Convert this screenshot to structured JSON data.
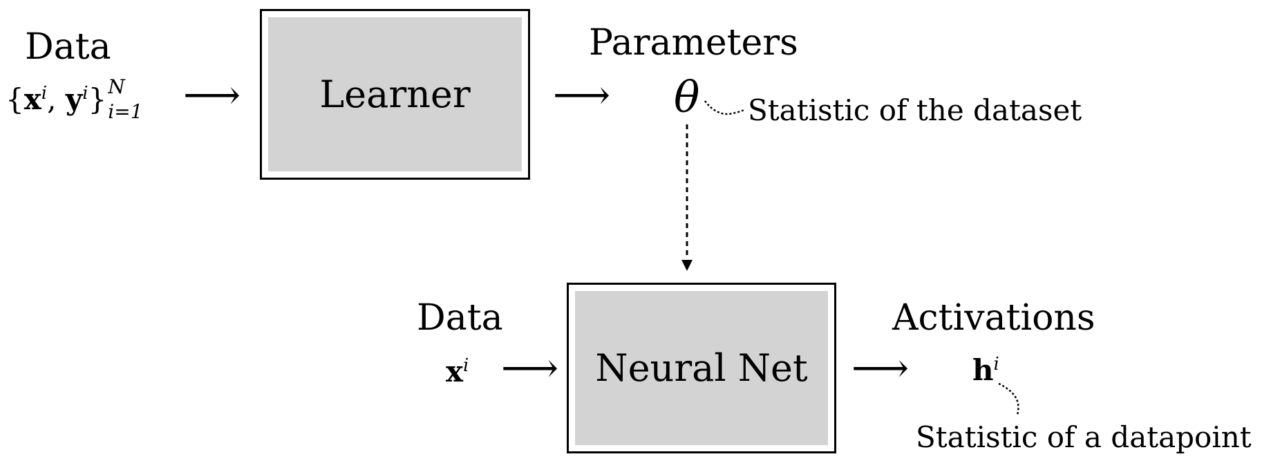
{
  "top": {
    "data_label": "Data",
    "data_formula": {
      "open": "{",
      "x": "x",
      "sep": ",",
      "y": "y",
      "close": "}",
      "sup_i": "i",
      "sup_N": "N",
      "sub_range": "i=1"
    },
    "learner_label": "Learner",
    "params_label": "Parameters",
    "theta_symbol": "θ",
    "theta_note": "Statistic of the dataset"
  },
  "bottom": {
    "data_label": "Data",
    "x_symbol": "x",
    "x_sup": "i",
    "net_label": "Neural Net",
    "activations_label": "Activations",
    "h_symbol": "h",
    "h_sup": "i",
    "h_note": "Statistic of a datapoint"
  },
  "arrow_glyph": "⟶"
}
